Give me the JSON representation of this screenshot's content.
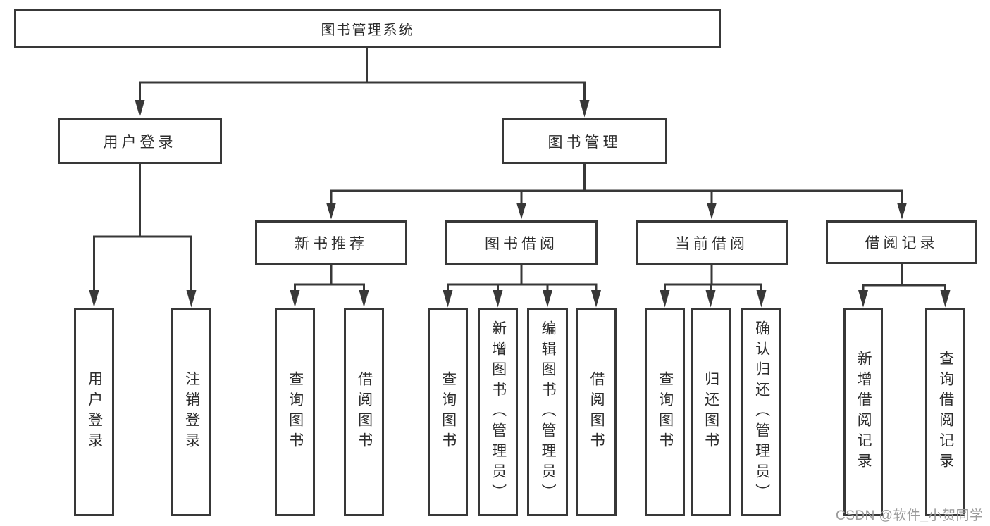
{
  "tree": {
    "root": {
      "label": "图书管理系统"
    },
    "branches": [
      {
        "label": "用户登录",
        "children": [
          {
            "label": "用户登录"
          },
          {
            "label": "注销登录"
          }
        ]
      },
      {
        "label": "图书管理",
        "children": [
          {
            "label": "新书推荐",
            "children": [
              {
                "label": "查询图书"
              },
              {
                "label": "借阅图书"
              }
            ]
          },
          {
            "label": "图书借阅",
            "children": [
              {
                "label": "查询图书"
              },
              {
                "label": "新增图书（管理员）"
              },
              {
                "label": "编辑图书（管理员）"
              },
              {
                "label": "借阅图书"
              }
            ]
          },
          {
            "label": "当前借阅",
            "children": [
              {
                "label": "查询图书"
              },
              {
                "label": "归还图书"
              },
              {
                "label": "确认归还（管理员）"
              }
            ]
          },
          {
            "label": "借阅记录",
            "children": [
              {
                "label": "新增借阅记录"
              },
              {
                "label": "查询借阅记录"
              }
            ]
          }
        ]
      }
    ]
  },
  "watermark": {
    "text": "CSDN @软件_小贺同学",
    "color": "#9a9a9a"
  },
  "colors": {
    "line": "#383838",
    "text": "#2d2d2d",
    "background": "#ffffff"
  }
}
